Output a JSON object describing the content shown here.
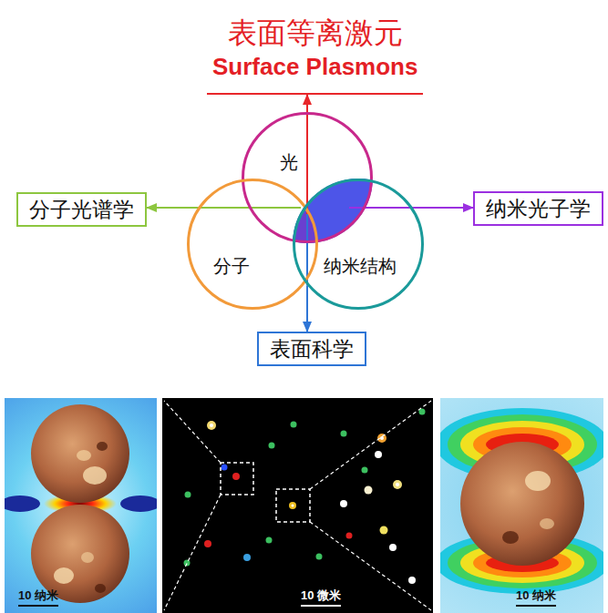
{
  "diagram": {
    "nodes": [
      {
        "text": [
          "表面等离激元",
          "Surface Plasmons"
        ]
      },
      {
        "text": [
          "光"
        ]
      },
      {
        "text": [
          "分子光谱学"
        ]
      },
      {
        "text": [
          "纳米光子学"
        ]
      },
      {
        "text": [
          "分子"
        ]
      },
      {
        "text": [
          "纳米结构"
        ]
      },
      {
        "text": [
          "表面科学"
        ]
      }
    ],
    "edges": [
      {
        "from": 1,
        "to": 0,
        "arrow": "to"
      },
      {
        "from": 4,
        "to": 2,
        "arrow": "to"
      },
      {
        "from": 5,
        "to": 3,
        "arrow": "to"
      },
      {
        "from": 5,
        "to": 6,
        "arrow": "to"
      }
    ],
    "labels": [
      "10 纳米",
      "10 微米",
      "10 纳米"
    ]
  }
}
